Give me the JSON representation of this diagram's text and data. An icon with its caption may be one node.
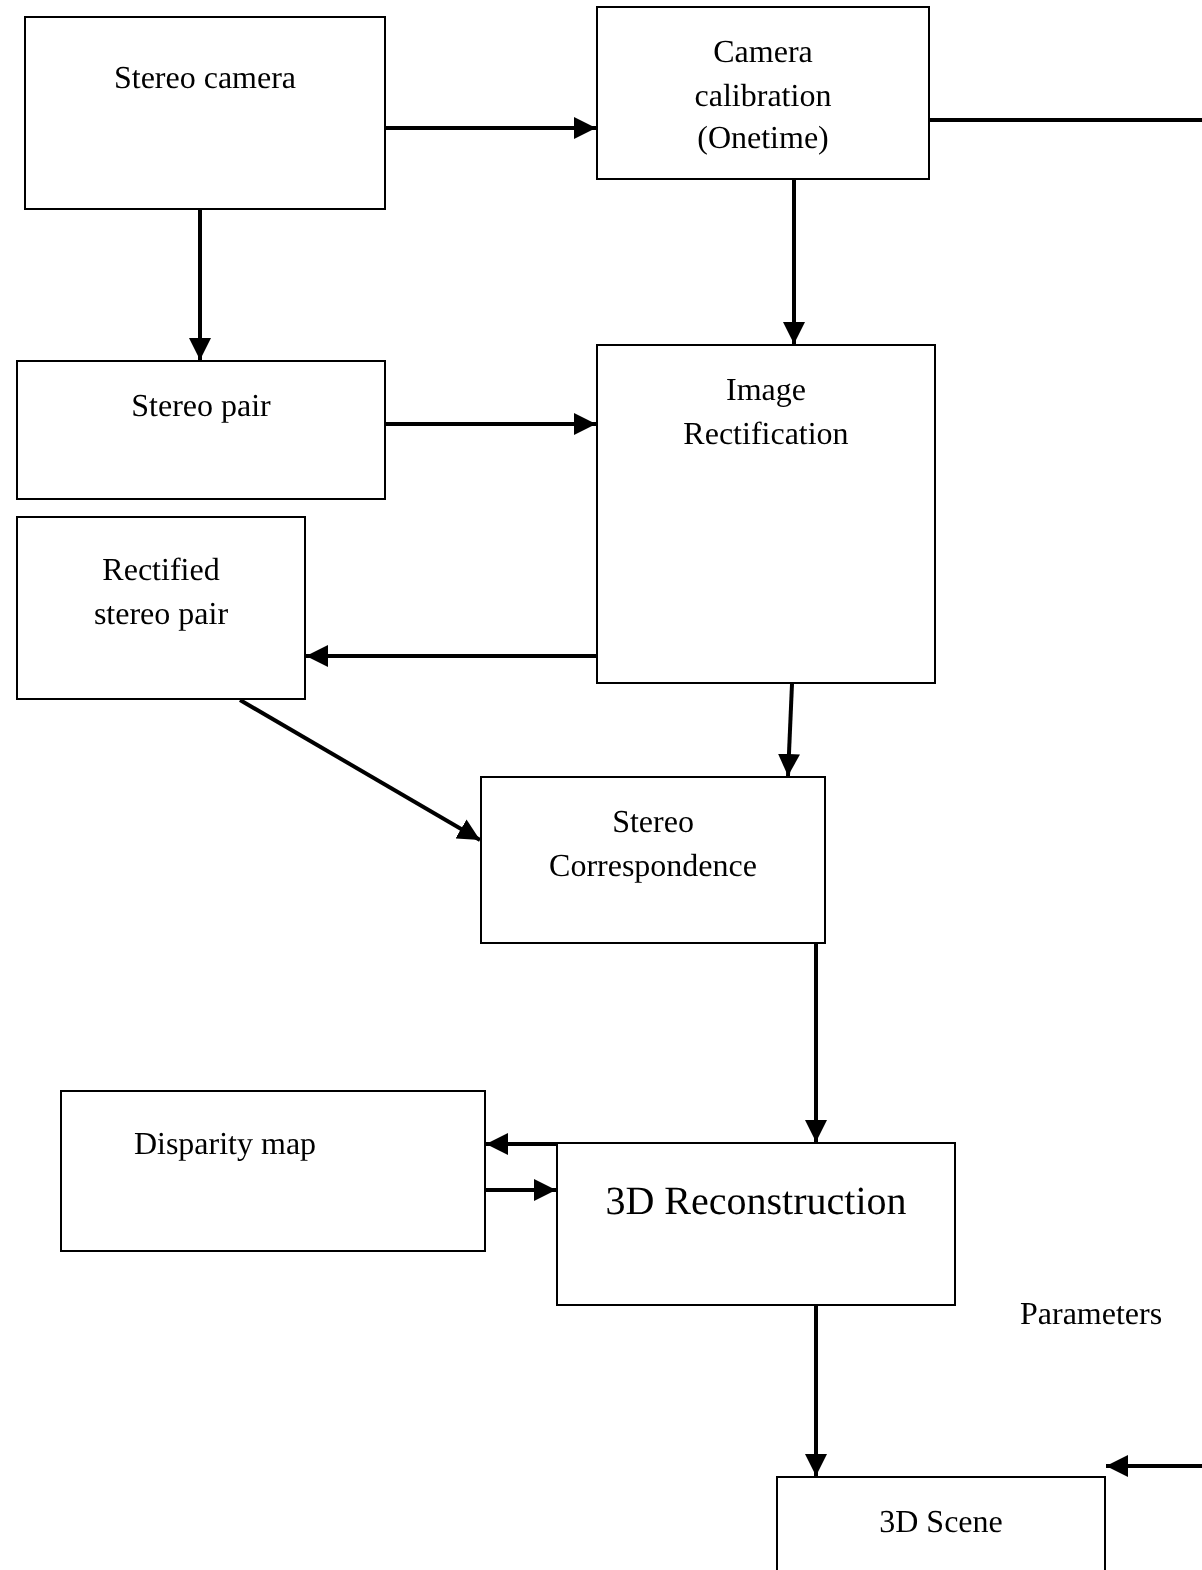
{
  "diagram": {
    "nodes": [
      {
        "text": [
          "Stereo camera"
        ]
      },
      {
        "text": [
          "Camera calibration (Onetime)"
        ]
      },
      {
        "text": [
          "Stereo pair"
        ]
      },
      {
        "text": [
          "Image Rectification"
        ]
      },
      {
        "text": [
          "Rectified stereo pair"
        ]
      },
      {
        "text": [
          "Stereo Correspondence"
        ]
      },
      {
        "text": [
          "Disparity map"
        ]
      },
      {
        "text": [
          "3D Reconstruction"
        ]
      },
      {
        "text": [
          "3D Scene"
        ]
      }
    ],
    "edges": [
      {
        "from": 0,
        "to": 1,
        "arrow": "to"
      },
      {
        "from": 0,
        "to": 2,
        "arrow": "to"
      },
      {
        "from": 2,
        "to": 3,
        "arrow": "to"
      },
      {
        "from": 1,
        "to": 3,
        "arrow": "to"
      },
      {
        "from": 3,
        "to": 4,
        "arrow": "to"
      },
      {
        "from": 3,
        "to": 5,
        "arrow": "to"
      },
      {
        "from": 4,
        "to": 5,
        "arrow": "to"
      },
      {
        "from": 5,
        "to": 7,
        "arrow": "to"
      },
      {
        "from": 5,
        "to": 6,
        "arrow": "to"
      },
      {
        "from": 6,
        "to": 7,
        "arrow": "to"
      },
      {
        "from": 7,
        "to": 8,
        "arrow": "to"
      },
      {
        "from": 1,
        "to": null,
        "arrow": "none"
      },
      {
        "from": null,
        "to": 8,
        "arrow": "to"
      }
    ],
    "labels": [
      "Parameters"
    ]
  }
}
